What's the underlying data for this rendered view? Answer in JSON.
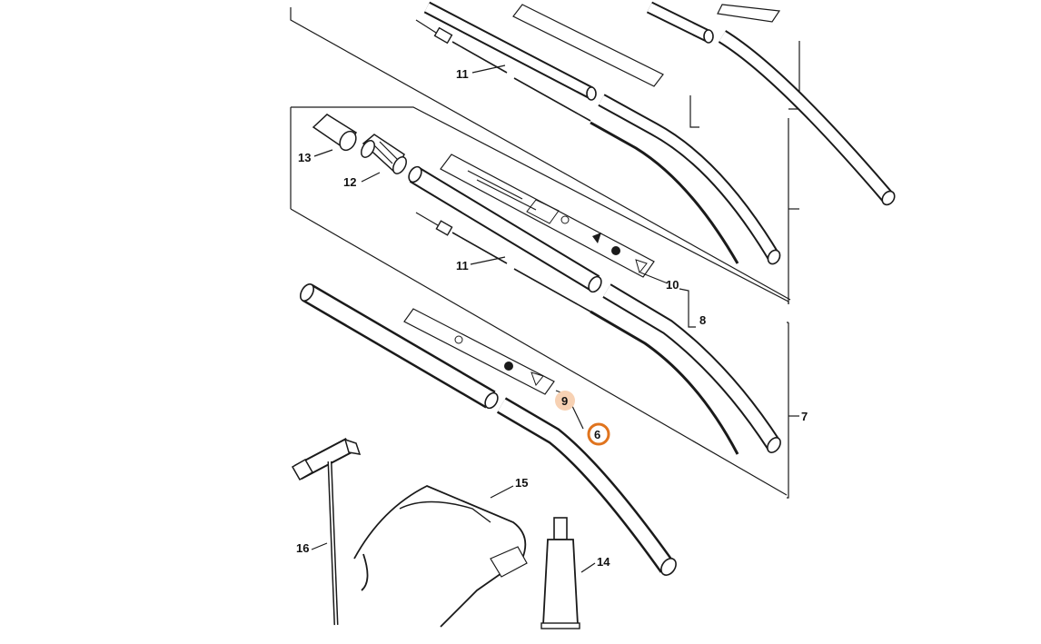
{
  "diagram": {
    "colors": {
      "line": "#1a1a1a",
      "highlight_ring": "#e0741e",
      "highlight_fill_soft": "#f7d1b3",
      "background": "#ffffff"
    },
    "callouts": [
      {
        "id": "c11a",
        "label": "11"
      },
      {
        "id": "c13",
        "label": "13"
      },
      {
        "id": "c12",
        "label": "12"
      },
      {
        "id": "c11b",
        "label": "11"
      },
      {
        "id": "c10",
        "label": "10"
      },
      {
        "id": "c8",
        "label": "8"
      },
      {
        "id": "c7",
        "label": "7"
      },
      {
        "id": "c9",
        "label": "9",
        "highlight": "soft"
      },
      {
        "id": "c6",
        "label": "6",
        "highlight": "active"
      },
      {
        "id": "c15",
        "label": "15"
      },
      {
        "id": "c16",
        "label": "16"
      },
      {
        "id": "c14",
        "label": "14"
      }
    ],
    "icons": [
      "spark-plug-wrench-icon",
      "safety-glasses-icon",
      "grease-tube-icon",
      "drive-tube-icon",
      "drive-shaft-icon",
      "warning-decal-icon"
    ]
  }
}
